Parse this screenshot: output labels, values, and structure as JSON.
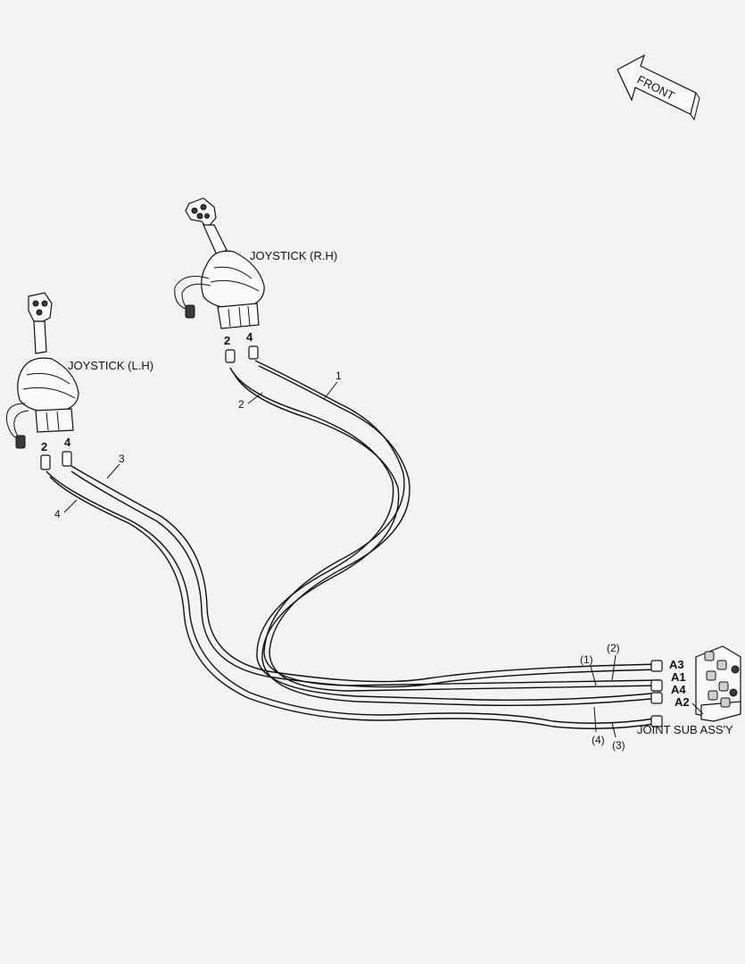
{
  "diagram": {
    "direction_label": "FRONT",
    "joystick_rh_label": "JOYSTICK (R.H)",
    "joystick_lh_label": "JOYSTICK (L.H)",
    "joint_label": "JOINT SUB ASS'Y",
    "rh_ports": [
      "2",
      "4"
    ],
    "lh_ports": [
      "2",
      "4"
    ],
    "hose_numbers": [
      "1",
      "2",
      "3",
      "4"
    ],
    "hose_numbers_paren": [
      "(1)",
      "(2)",
      "(3)",
      "(4)"
    ],
    "joint_ports": [
      "A3",
      "A1",
      "A4",
      "A2"
    ]
  }
}
